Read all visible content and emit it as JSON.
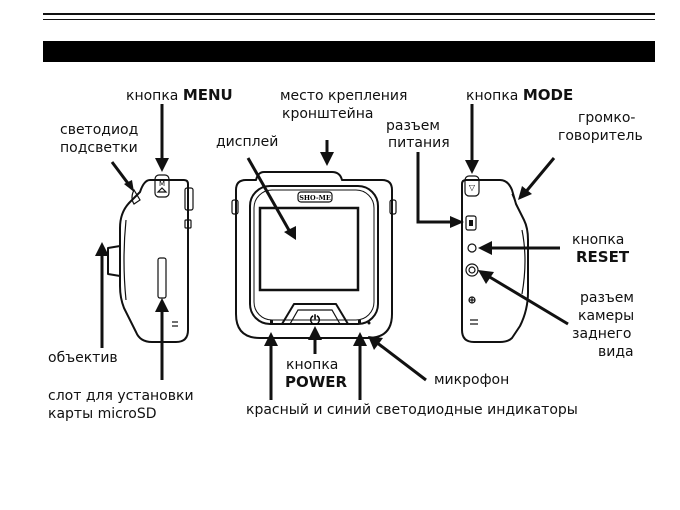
{
  "header": {
    "bar_text": ""
  },
  "labels": {
    "menu_prefix": "кнопка ",
    "menu_bold": "MENU",
    "backlight_line1": "светодиод",
    "backlight_line2": "подсветки",
    "mount_line1": "место крепления",
    "mount_line2": "кронштейна",
    "display": "дисплей",
    "mode_prefix": "кнопка ",
    "mode_bold": "MODE",
    "power_socket_line1": "разъем",
    "power_socket_line2": "питания",
    "speaker_line1": "громко-",
    "speaker_line2": "говоритель",
    "reset_line1": "кнопка",
    "reset_bold": "RESET",
    "rear_cam_line1": "разъем",
    "rear_cam_line2": "камеры",
    "rear_cam_line3": "заднего",
    "rear_cam_line4": "вида",
    "lens": "объектив",
    "power_btn_line1": "кнопка",
    "power_btn_bold": "POWER",
    "microphone": "микрофон",
    "microsd_line1": "слот для установки",
    "microsd_line2": "карты microSD",
    "leds": "красный и синий светодиодные индикаторы"
  },
  "device": {
    "brand_logo": "SHO-ME",
    "menu_key_glyph": "M",
    "mode_key_glyph": "▽",
    "power_glyph": "⏻"
  },
  "colors": {
    "ink": "#111111",
    "bar": "#000000",
    "background": "#ffffff"
  }
}
